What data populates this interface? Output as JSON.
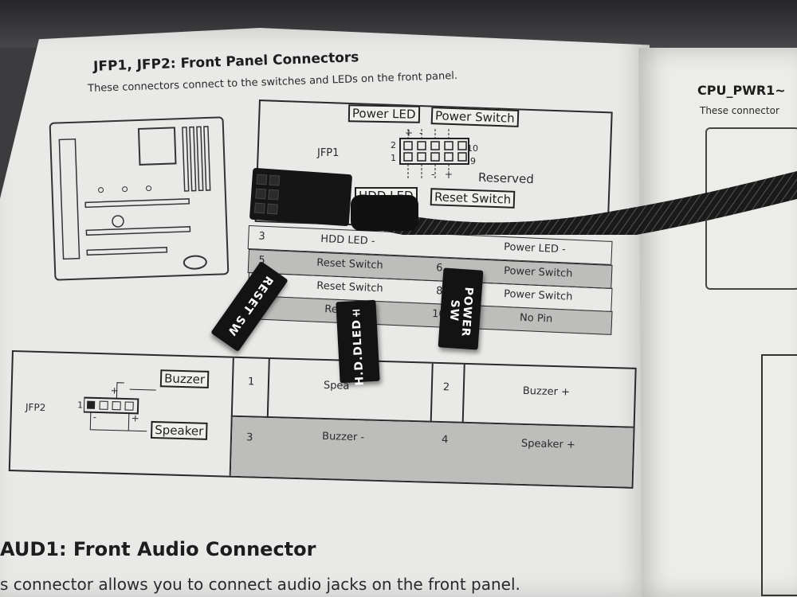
{
  "manual": {
    "jfp_title": "JFP1, JFP2: Front Panel Connectors",
    "jfp_desc": "These connectors connect to the switches and LEDs on the front panel.",
    "cpu_title": "CPU_PWR1~",
    "cpu_desc": "These connector",
    "audio_title": "AUD1: Front Audio Connector",
    "audio_desc": "s connector allows you to connect audio jacks on the front panel."
  },
  "jfp1_diagram": {
    "name": "JFP1",
    "power_led": "Power LED",
    "power_switch": "Power Switch",
    "hdd_led": "HDD LED",
    "reset_switch": "Reset Switch",
    "reserved": "Reserved",
    "pin_2": "2",
    "pin_1": "1",
    "pin_10": "10",
    "pin_9": "9",
    "plus": "+",
    "minus": "-"
  },
  "jfp1_table": [
    {
      "pin_a": "3",
      "sig_a": "HDD LED -",
      "pin_b": "",
      "sig_b": "Power LED -"
    },
    {
      "pin_a": "5",
      "sig_a": "Reset Switch",
      "pin_b": "6",
      "sig_b": "Power Switch"
    },
    {
      "pin_a": "7",
      "sig_a": "Reset Switch",
      "pin_b": "8",
      "sig_b": "Power Switch"
    },
    {
      "pin_a": "",
      "sig_a": "Re",
      "pin_b": "10",
      "sig_b": "No Pin"
    }
  ],
  "jfp2": {
    "name": "JFP2",
    "buzzer": "Buzzer",
    "speaker": "Speaker",
    "pin_1": "1",
    "plus": "+",
    "minus": "-",
    "rows": [
      {
        "pin_a": "1",
        "sig_a": "Spea",
        "pin_b": "2",
        "sig_b": "Buzzer +"
      },
      {
        "pin_a": "3",
        "sig_a": "Buzzer -",
        "pin_b": "4",
        "sig_b": "Speaker +"
      }
    ]
  },
  "connectors": {
    "reset": "RESET SW",
    "hdd": "H.D.DLED±",
    "power": "POWER SW"
  },
  "colors": {
    "paper": "#e9e9e7",
    "ink": "#2a2a2a",
    "connector": "#131313",
    "table_shade": "#bdbdbb"
  }
}
